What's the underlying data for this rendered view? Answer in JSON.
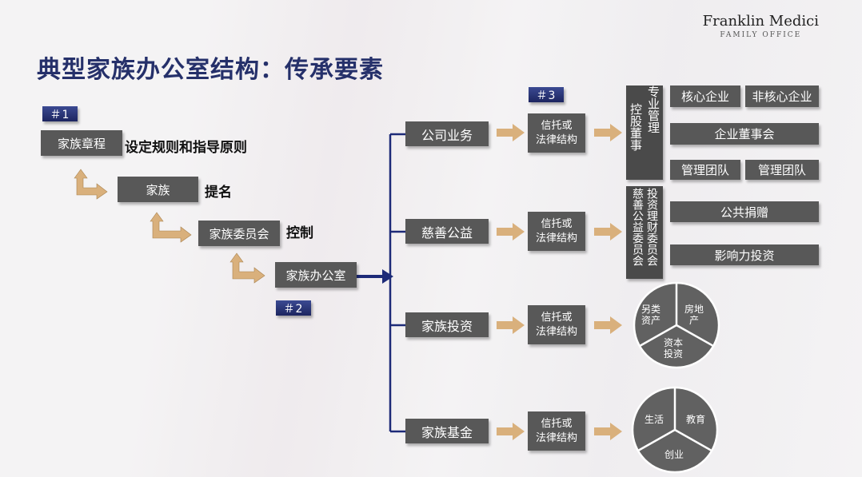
{
  "title": "典型家族办公室结构：传承要素",
  "brand": {
    "name": "Franklin Medici",
    "subtitle": "FAMILY OFFICE"
  },
  "badges": {
    "b1": "＃1",
    "b2": "＃2",
    "b3": "＃3"
  },
  "left_chain": {
    "charter": "家族章程",
    "charter_note": "设定规则和指导原则",
    "family": "家族",
    "family_note": "提名",
    "committee": "家族委员会",
    "committee_note": "控制",
    "office": "家族办公室"
  },
  "branches": [
    {
      "name": "公司业务",
      "trust": "信托或\n法律结构"
    },
    {
      "name": "慈善公益",
      "trust": "信托或\n法律结构"
    },
    {
      "name": "家族投资",
      "trust": "信托或\n法律结构"
    },
    {
      "name": "家族基金",
      "trust": "信托或\n法律结构"
    }
  ],
  "corporate": {
    "holding_board": "控股董事",
    "mgmt_team": "专业管理",
    "core": "核心企业",
    "noncore": "非核心企业",
    "board": "企业董事会",
    "team1": "管理团队",
    "team2": "管理团队"
  },
  "philanthropy": {
    "committee": "慈善公益委员会",
    "invest_committee": "投资理财委员会",
    "public": "公共捐赠",
    "impact": "影响力投资"
  },
  "investment_pie": {
    "alt": "另类\n资产",
    "real_estate": "房地\n产",
    "capital": "资本\n投资"
  },
  "fund_pie": {
    "life": "生活",
    "education": "教育",
    "startup": "创业"
  },
  "colors": {
    "box": "#585858",
    "arrow": "#d9b07c",
    "navy": "#25306a"
  }
}
